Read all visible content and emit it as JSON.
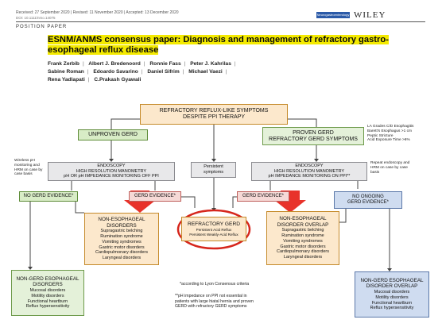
{
  "header": {
    "dates": "Received: 27 September 2020   |   Revised: 11 November 2020   |   Accepted: 13 December 2020",
    "doi": "DOI: 10.1111/nmo.14075",
    "position_paper": "POSITION PAPER",
    "publisher_badge": "Neurogastroenterology & Motility",
    "publisher": "WILEY"
  },
  "title": "ESNM/ANMS consensus paper: Diagnosis and management of refractory gastro-esophageal reflux disease",
  "authors": {
    "line1": [
      "Frank Zerbib",
      "Albert J. Bredenoord",
      "Ronnie Fass",
      "Peter J. Kahrilas"
    ],
    "line2": [
      "Sabine Roman",
      "Edoardo Savarino",
      "Daniel Sifrim",
      "Michael Vaezi"
    ],
    "line3": [
      "Rena Yadlapati",
      "C.Prakash Gyawali"
    ]
  },
  "flowchart": {
    "top": [
      "REFRACTORY REFLUX-LIKE SYMPTOMS",
      "DESPITE PPI THERAPY"
    ],
    "unproven": "UNPROVEN GERD",
    "proven": [
      "PROVEN GERD",
      "REFRACTORY GERD SYMPTOMS"
    ],
    "proven_note": [
      "LA Grades C/D Esophagitis",
      "Barett's Esophagus >1 cm",
      "Peptic Stricture",
      "Acid Exposure Time >6%"
    ],
    "left_note": [
      "Wireless pH",
      "monitoring and",
      "HRM on case by",
      "case basis"
    ],
    "right_note": [
      "Repeat endoscopy and",
      "HRM on case by case",
      "basis"
    ],
    "endo_left": [
      "ENDOSCOPY",
      "HIGH RESOLUTION MANOMETRY",
      "pH OR pH IMPEDANCE MONITORING  OFF PPI"
    ],
    "endo_right": [
      "ENDOSCOPY",
      "HIGH RESOLUTION MANOMETRY",
      "pH IMPEDANCE MONITORING  ON PPI**"
    ],
    "persistent": [
      "Persistent",
      "symptoms"
    ],
    "no_gerd": "NO GERD EVIDENCE*",
    "gerd_left": "GERD EVIDENCE*",
    "gerd_right": "GERD EVIDENCE*",
    "no_ongoing": [
      "NO ONGOING",
      "GERD EVIDENCE*"
    ],
    "non_eso_left": {
      "title": [
        "NON-ESOPHAGEAL",
        "DISORDERS"
      ],
      "items": [
        "Supragastric belching",
        "Rumination syndrome",
        "Vomiting syndromes",
        "Gastric motor disorders",
        "Cardiopulmonary disorders",
        "Laryngeal disorders"
      ]
    },
    "refractory": [
      "REFRACTORY GERD",
      "Persistent Acid Reflux",
      "Persistent Weakly-Acid Reflux"
    ],
    "non_eso_right": {
      "title": [
        "NON-ESOPHAGEAL",
        "DISORDER OVERLAP"
      ],
      "items": [
        "Supragastric belching",
        "Rumination syndrome",
        "Vomiting syndromes",
        "Gastric motor disorders",
        "Cardiopulmonary disorders",
        "Laryngeal disorders"
      ]
    },
    "non_gerd_left": {
      "title": [
        "NON-GERD ESOPHAGEAL",
        "DISORDERS"
      ],
      "items": [
        "Mucosal disorders",
        "Motility disorders",
        "Functional heartburn",
        "Reflux hypersensitivity"
      ]
    },
    "non_gerd_right": {
      "title": [
        "NON-GERD ESOPHAGEAL",
        "DISORDER OVERLAP"
      ],
      "items": [
        "Mucosal disorders",
        "Motility disorders",
        "Functional heartburn",
        "Reflux hypersensitivity"
      ]
    },
    "footnote1": "*according to Lyon Consensus criteria",
    "footnote2": [
      "**pH impedance on PPI not essential in",
      "patients with large hiatal hernia and proven",
      "GERD with refractory GERD symptoms"
    ]
  },
  "colors": {
    "peach": "#fce8cc",
    "green": "#d8ecc6",
    "gray": "#e8e8ea",
    "pink": "#f6d9d6",
    "blue": "#cfdcf0",
    "red_arrow": "#e8322a",
    "highlight": "#f4ea00",
    "circle": "#d6261c"
  }
}
